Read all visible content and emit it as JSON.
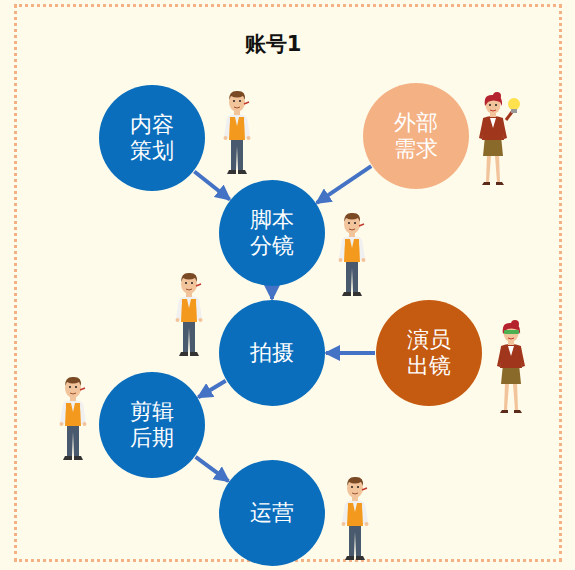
{
  "diagram": {
    "title": "账号1",
    "nodes": [
      {
        "text": [
          "内容 策划"
        ]
      },
      {
        "text": [
          "外部 需求"
        ]
      },
      {
        "text": [
          "脚本 分镜"
        ]
      },
      {
        "text": [
          "拍摄"
        ]
      },
      {
        "text": [
          "演员 出镜"
        ]
      },
      {
        "text": [
          "剪辑 后期"
        ]
      },
      {
        "text": [
          "运营"
        ]
      }
    ],
    "edges": [
      {
        "from": 0,
        "to": 2,
        "arrow": "to"
      },
      {
        "from": 1,
        "to": 2,
        "arrow": "to"
      },
      {
        "from": 2,
        "to": 3,
        "arrow": "to"
      },
      {
        "from": 4,
        "to": 3,
        "arrow": "to"
      },
      {
        "from": 3,
        "to": 5,
        "arrow": "to"
      },
      {
        "from": 5,
        "to": 6,
        "arrow": "to"
      }
    ]
  }
}
